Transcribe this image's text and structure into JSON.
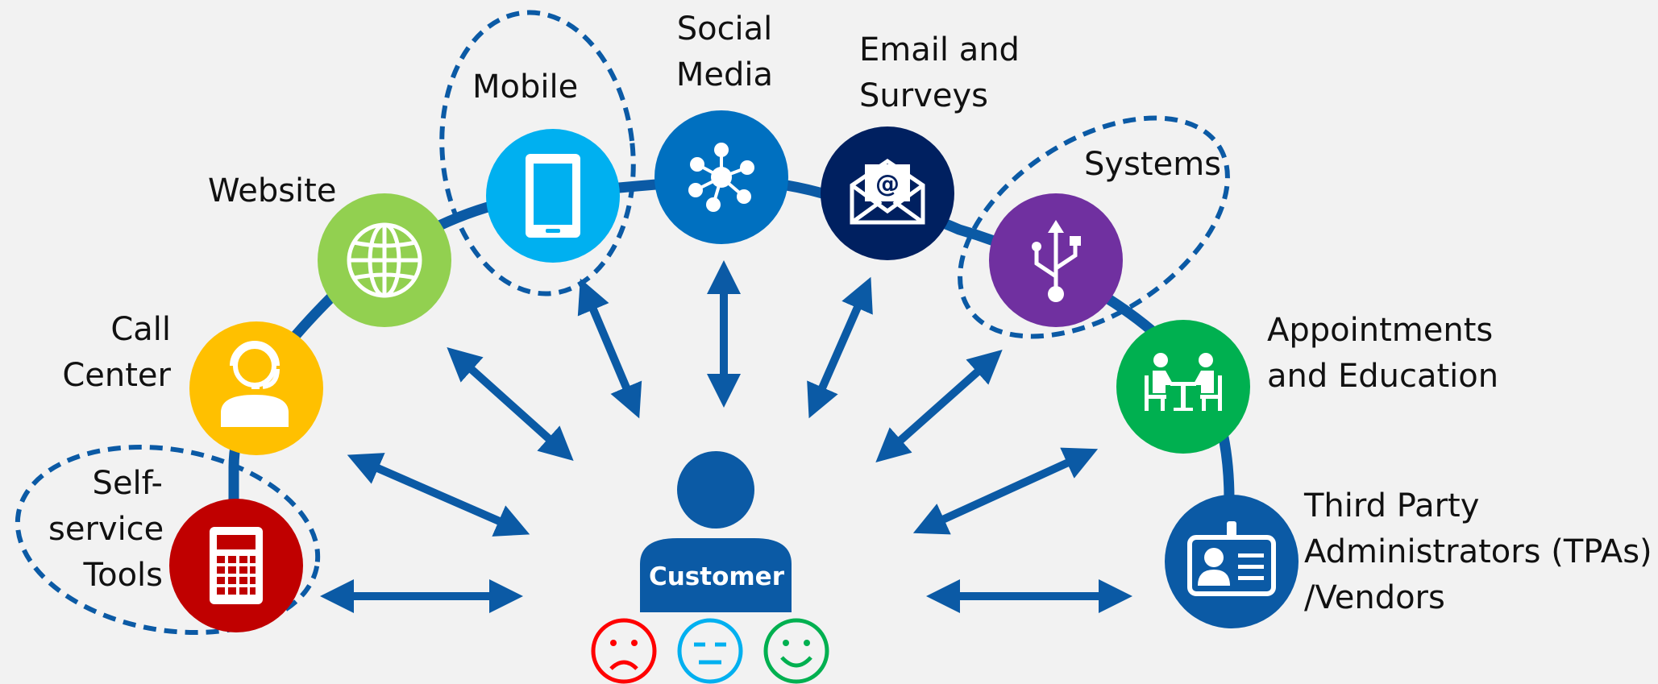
{
  "nodes": {
    "self_service": {
      "line1": "Self-",
      "line2": "service",
      "line3": "Tools",
      "color": "#c00000",
      "icon": "calculator-icon"
    },
    "call_center": {
      "line1": "Call",
      "line2": "Center",
      "color": "#ffc000",
      "icon": "headset-agent-icon"
    },
    "website": {
      "line1": "Website",
      "color": "#92d050",
      "icon": "globe-icon"
    },
    "mobile": {
      "line1": "Mobile",
      "color": "#00b0f0",
      "icon": "tablet-icon"
    },
    "social_media": {
      "line1": "Social",
      "line2": "Media",
      "color": "#0070c0",
      "icon": "network-hub-icon"
    },
    "email_surveys": {
      "line1": "Email and",
      "line2": "Surveys",
      "color": "#002060",
      "icon": "envelope-at-icon"
    },
    "systems": {
      "line1": "Systems",
      "color": "#7030a0",
      "icon": "usb-icon"
    },
    "appointments": {
      "line1": "Appointments",
      "line2": "and Education",
      "color": "#00b050",
      "icon": "meeting-table-icon"
    },
    "tpa": {
      "line1": "Third Party",
      "line2": "Administrators (TPAs)",
      "line3": "/Vendors",
      "color": "#0b5aa5",
      "icon": "id-badge-icon"
    }
  },
  "customer": {
    "label": "Customer",
    "color": "#0b5aa5"
  },
  "sentiment": [
    {
      "name": "sad-face-icon",
      "color": "#ff0000"
    },
    {
      "name": "neutral-face-icon",
      "color": "#00b0f0"
    },
    {
      "name": "happy-face-icon",
      "color": "#00b050"
    }
  ],
  "colors": {
    "arc": "#0b5aa5",
    "arrow": "#0b5aa5",
    "dashed_outline": "#0b5aa5"
  }
}
